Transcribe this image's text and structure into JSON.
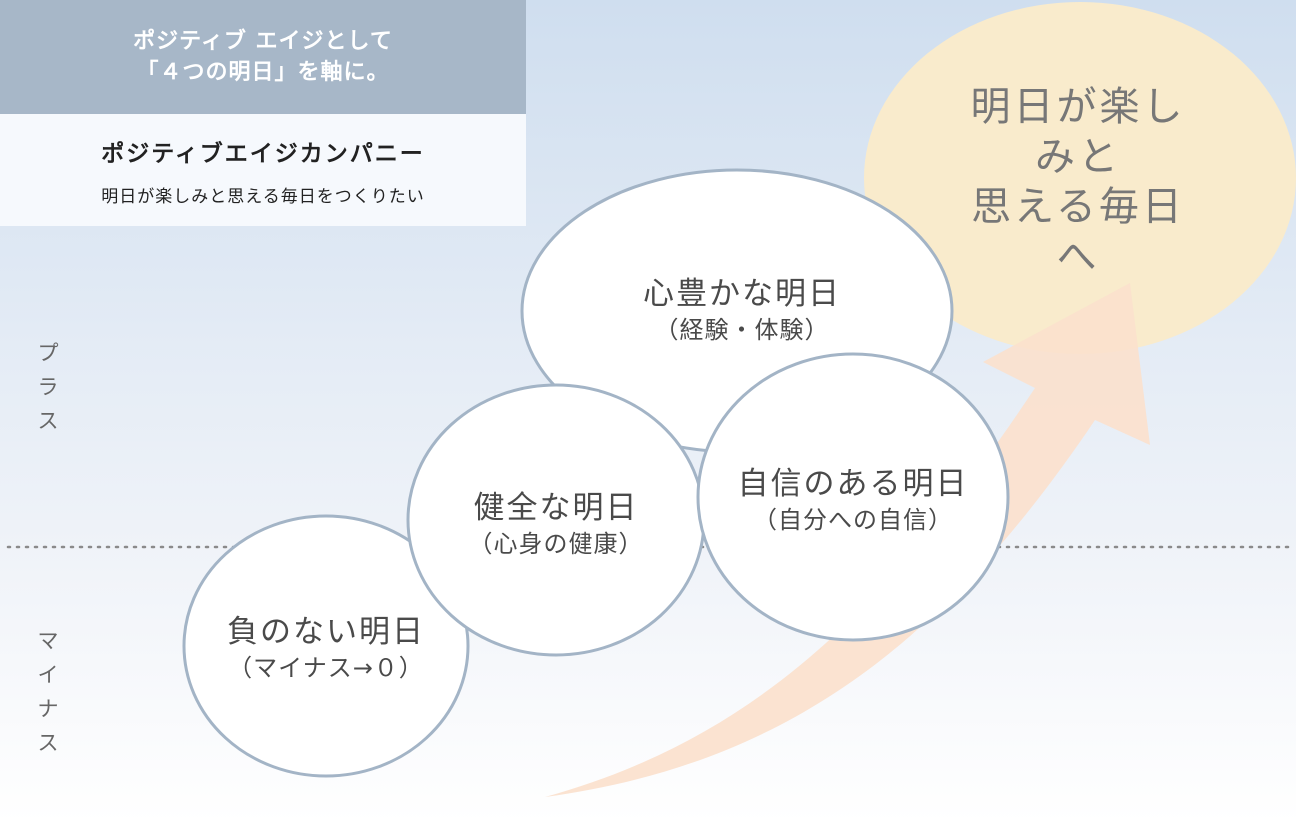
{
  "banner": {
    "line1": "ポジティブ エイジとして",
    "line2": "「４つの明日」を軸に。"
  },
  "company": {
    "name": "ポジティブエイジカンパニー",
    "tagline": "明日が楽しみと思える毎日をつくりたい"
  },
  "axis": {
    "plus": [
      "プ",
      "ラ",
      "ス"
    ],
    "minus": [
      "マ",
      "イ",
      "ナ",
      "ス"
    ]
  },
  "circles": [
    {
      "title": "負のない明日",
      "sub": "（マイナス→０）"
    },
    {
      "title": "健全な明日",
      "sub": "（心身の健康）"
    },
    {
      "title": "心豊かな明日",
      "sub": "（経験・体験）"
    },
    {
      "title": "自信のある明日",
      "sub": "（自分への自信）"
    }
  ],
  "goal": {
    "line1": "明日が楽しみと",
    "line2": "思える毎日へ"
  },
  "colors": {
    "banner": "#a7b7c8",
    "circle_stroke": "#a3b4c6",
    "goal_fill": "#f9ebcc",
    "arrow": "#fbe1cd",
    "divider": "#8a8a8a"
  }
}
